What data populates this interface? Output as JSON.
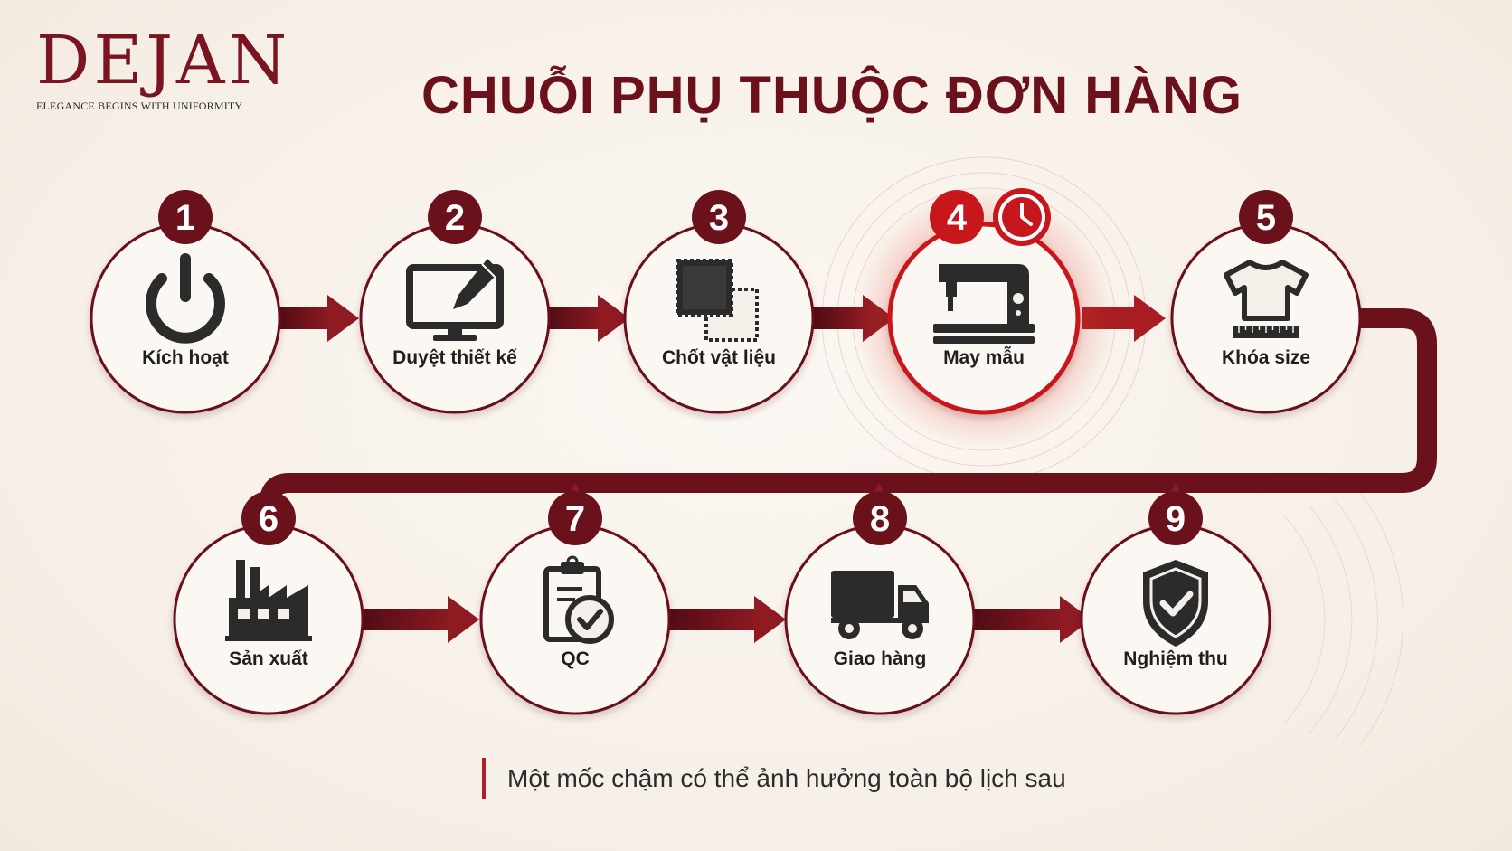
{
  "brand": {
    "logo_word": "DEJAN",
    "tagline": "ELEGANCE BEGINS WITH UNIFORMITY"
  },
  "title": "CHUỖI PHỤ THUỘC ĐƠN HÀNG",
  "steps": [
    {
      "number": "1",
      "label": "Kích hoạt",
      "icon": "power-icon"
    },
    {
      "number": "2",
      "label": "Duyệt thiết kế",
      "icon": "monitor-pen-icon"
    },
    {
      "number": "3",
      "label": "Chốt vật liệu",
      "icon": "fabric-swatch-icon"
    },
    {
      "number": "4",
      "label": "May mẫu",
      "icon": "sewing-machine-icon",
      "highlighted": true,
      "extra_icon": "clock-icon"
    },
    {
      "number": "5",
      "label": "Khóa size",
      "icon": "tshirt-ruler-icon"
    },
    {
      "number": "6",
      "label": "Sản xuất",
      "icon": "factory-icon"
    },
    {
      "number": "7",
      "label": "QC",
      "icon": "clipboard-check-icon"
    },
    {
      "number": "8",
      "label": "Giao hàng",
      "icon": "truck-icon"
    },
    {
      "number": "9",
      "label": "Nghiệm thu",
      "icon": "shield-check-icon"
    }
  ],
  "footer_note": "Một mốc chậm có thể ảnh hưởng toàn bộ lịch sau",
  "colors": {
    "maroon": "#6b111c",
    "red_highlight": "#c8161d",
    "icon_dark": "#2b2b2b",
    "background": "#f8f2ec"
  }
}
